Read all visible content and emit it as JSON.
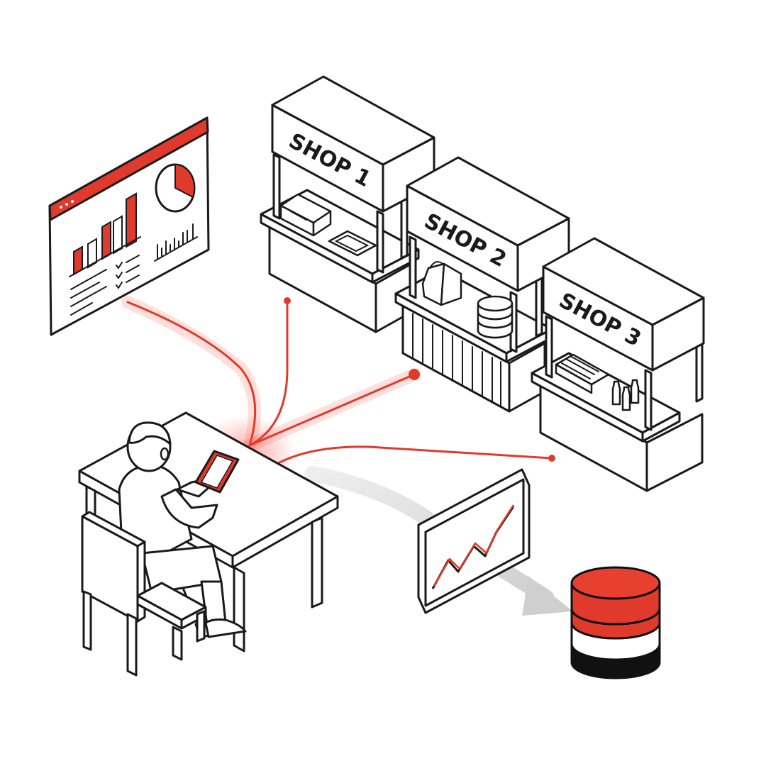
{
  "shops": [
    {
      "label": "SHOP 1"
    },
    {
      "label": "SHOP 2"
    },
    {
      "label": "SHOP 3"
    }
  ],
  "colors": {
    "accent": "#e03a2c",
    "line": "#1a1a1a",
    "background": "#ffffff",
    "arrow": "#d8d8d8"
  },
  "icons": {
    "dashboard": "dashboard-panel-icon",
    "trend": "trend-chart-icon",
    "database": "database-icon",
    "tablet": "tablet-icon",
    "person": "person-icon"
  }
}
